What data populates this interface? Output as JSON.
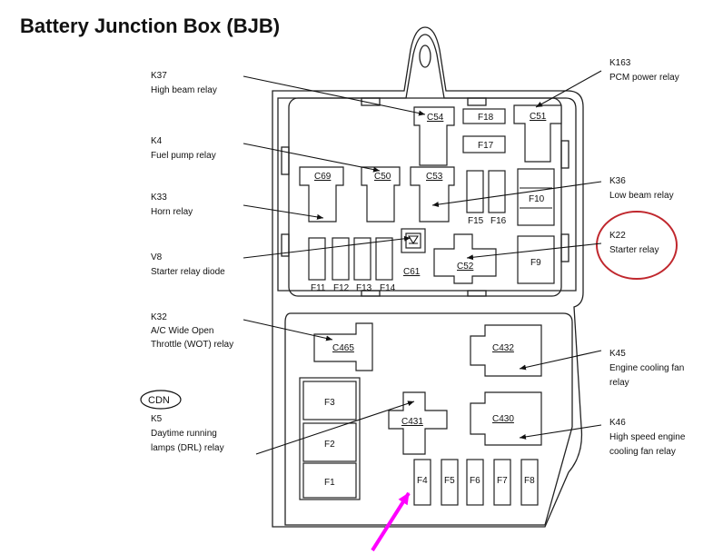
{
  "title": "Battery Junction Box (BJB)",
  "callouts": {
    "k37": {
      "id": "K37",
      "desc": "High beam relay"
    },
    "k163": {
      "id": "K163",
      "desc": "PCM power relay"
    },
    "k4": {
      "id": "K4",
      "desc": "Fuel pump relay"
    },
    "k36": {
      "id": "K36",
      "desc": "Low beam relay"
    },
    "k33": {
      "id": "K33",
      "desc": "Horn relay"
    },
    "k22": {
      "id": "K22",
      "desc": "Starter relay"
    },
    "v8": {
      "id": "V8",
      "desc": "Starter relay diode"
    },
    "k32": {
      "id": "K32",
      "desc1": "A/C Wide Open",
      "desc2": "Throttle (WOT) relay"
    },
    "k45": {
      "id": "K45",
      "desc1": "Engine cooling fan",
      "desc2": "relay"
    },
    "k5": {
      "id": "K5",
      "badge": "CDN",
      "desc1": "Daytime running",
      "desc2": "lamps (DRL) relay"
    },
    "k46": {
      "id": "K46",
      "desc1": "High speed engine",
      "desc2": "cooling fan relay"
    }
  },
  "connectors": {
    "c54": "C54",
    "c51": "C51",
    "c69": "C69",
    "c50": "C50",
    "c53": "C53",
    "c61": "C61",
    "c52": "C52",
    "c465": "C465",
    "c432": "C432",
    "c431": "C431",
    "c430": "C430"
  },
  "fuses": {
    "f1": "F1",
    "f2": "F2",
    "f3": "F3",
    "f4": "F4",
    "f5": "F5",
    "f6": "F6",
    "f7": "F7",
    "f8": "F8",
    "f9": "F9",
    "f10": "F10",
    "f11": "F11",
    "f12": "F12",
    "f13": "F13",
    "f14": "F14",
    "f15": "F15",
    "f16": "F16",
    "f17": "F17",
    "f18": "F18"
  },
  "colors": {
    "highlight_circle": "#c0272d",
    "arrow": "#ff00ff",
    "ink": "#111111"
  }
}
